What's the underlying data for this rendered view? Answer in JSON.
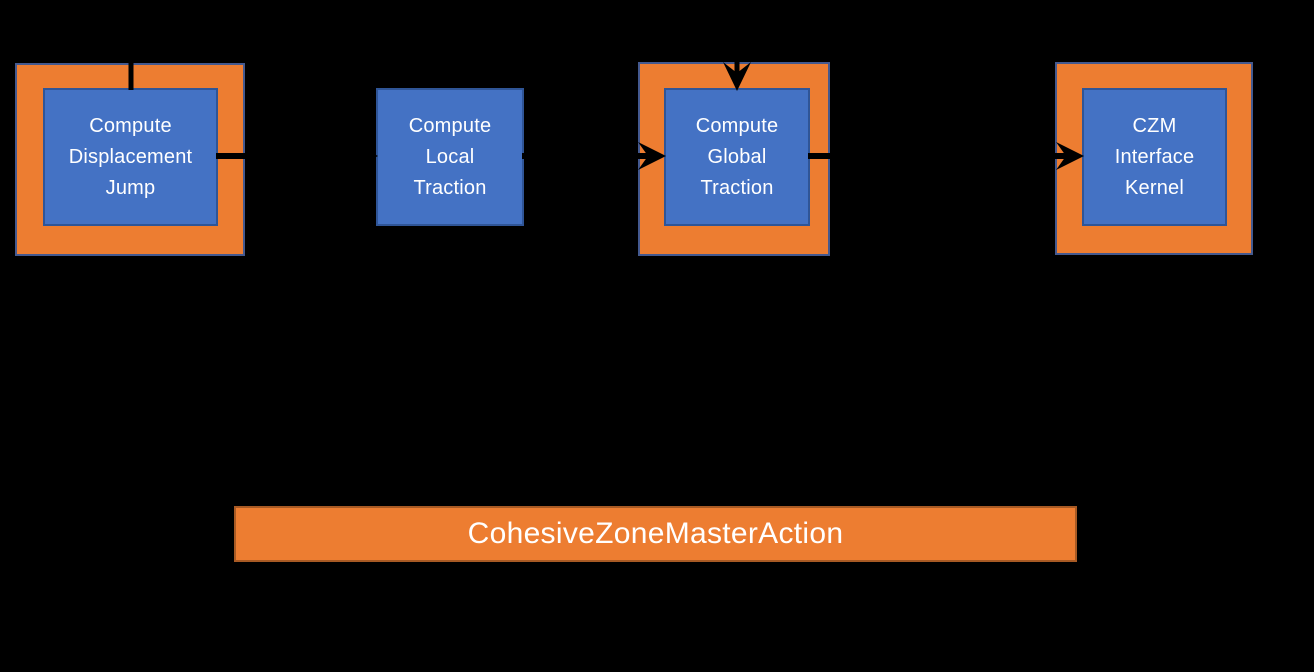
{
  "diagram": {
    "title_hint": "Cohesive zone model object diagram",
    "background_color": "#000000",
    "colors": {
      "outer_box_fill": "#ED7D31",
      "outer_box_border": "#44598F",
      "inner_box_fill": "#4472C4",
      "inner_box_border": "#2F5597",
      "action_bar_fill": "#ED7D31",
      "action_bar_border": "#A85A24",
      "connector": "#000000",
      "text": "#FFFFFF"
    },
    "nodes": [
      {
        "id": "compute-displacement-jump",
        "label": "Compute\nDisplacement\nJump",
        "has_outer_box": true
      },
      {
        "id": "compute-local-traction",
        "label": "Compute\nLocal\nTraction",
        "has_outer_box": false
      },
      {
        "id": "compute-global-traction",
        "label": "Compute\nGlobal\nTraction",
        "has_outer_box": true
      },
      {
        "id": "czm-interface-kernel",
        "label": "CZM\nInterface\nKernel",
        "has_outer_box": true
      }
    ],
    "connectors": [
      {
        "id": "into-displacement-jump-top",
        "type": "line-down-into-node-1"
      },
      {
        "id": "displacement-jump-to-local-traction",
        "type": "arrow-right"
      },
      {
        "id": "local-traction-to-global-traction",
        "type": "arrow-right"
      },
      {
        "id": "into-global-traction-top",
        "type": "arrow-down"
      },
      {
        "id": "global-traction-to-czm-interface-kernel",
        "type": "arrow-right"
      }
    ],
    "action_bar": {
      "label": "CohesiveZoneMasterAction"
    }
  }
}
